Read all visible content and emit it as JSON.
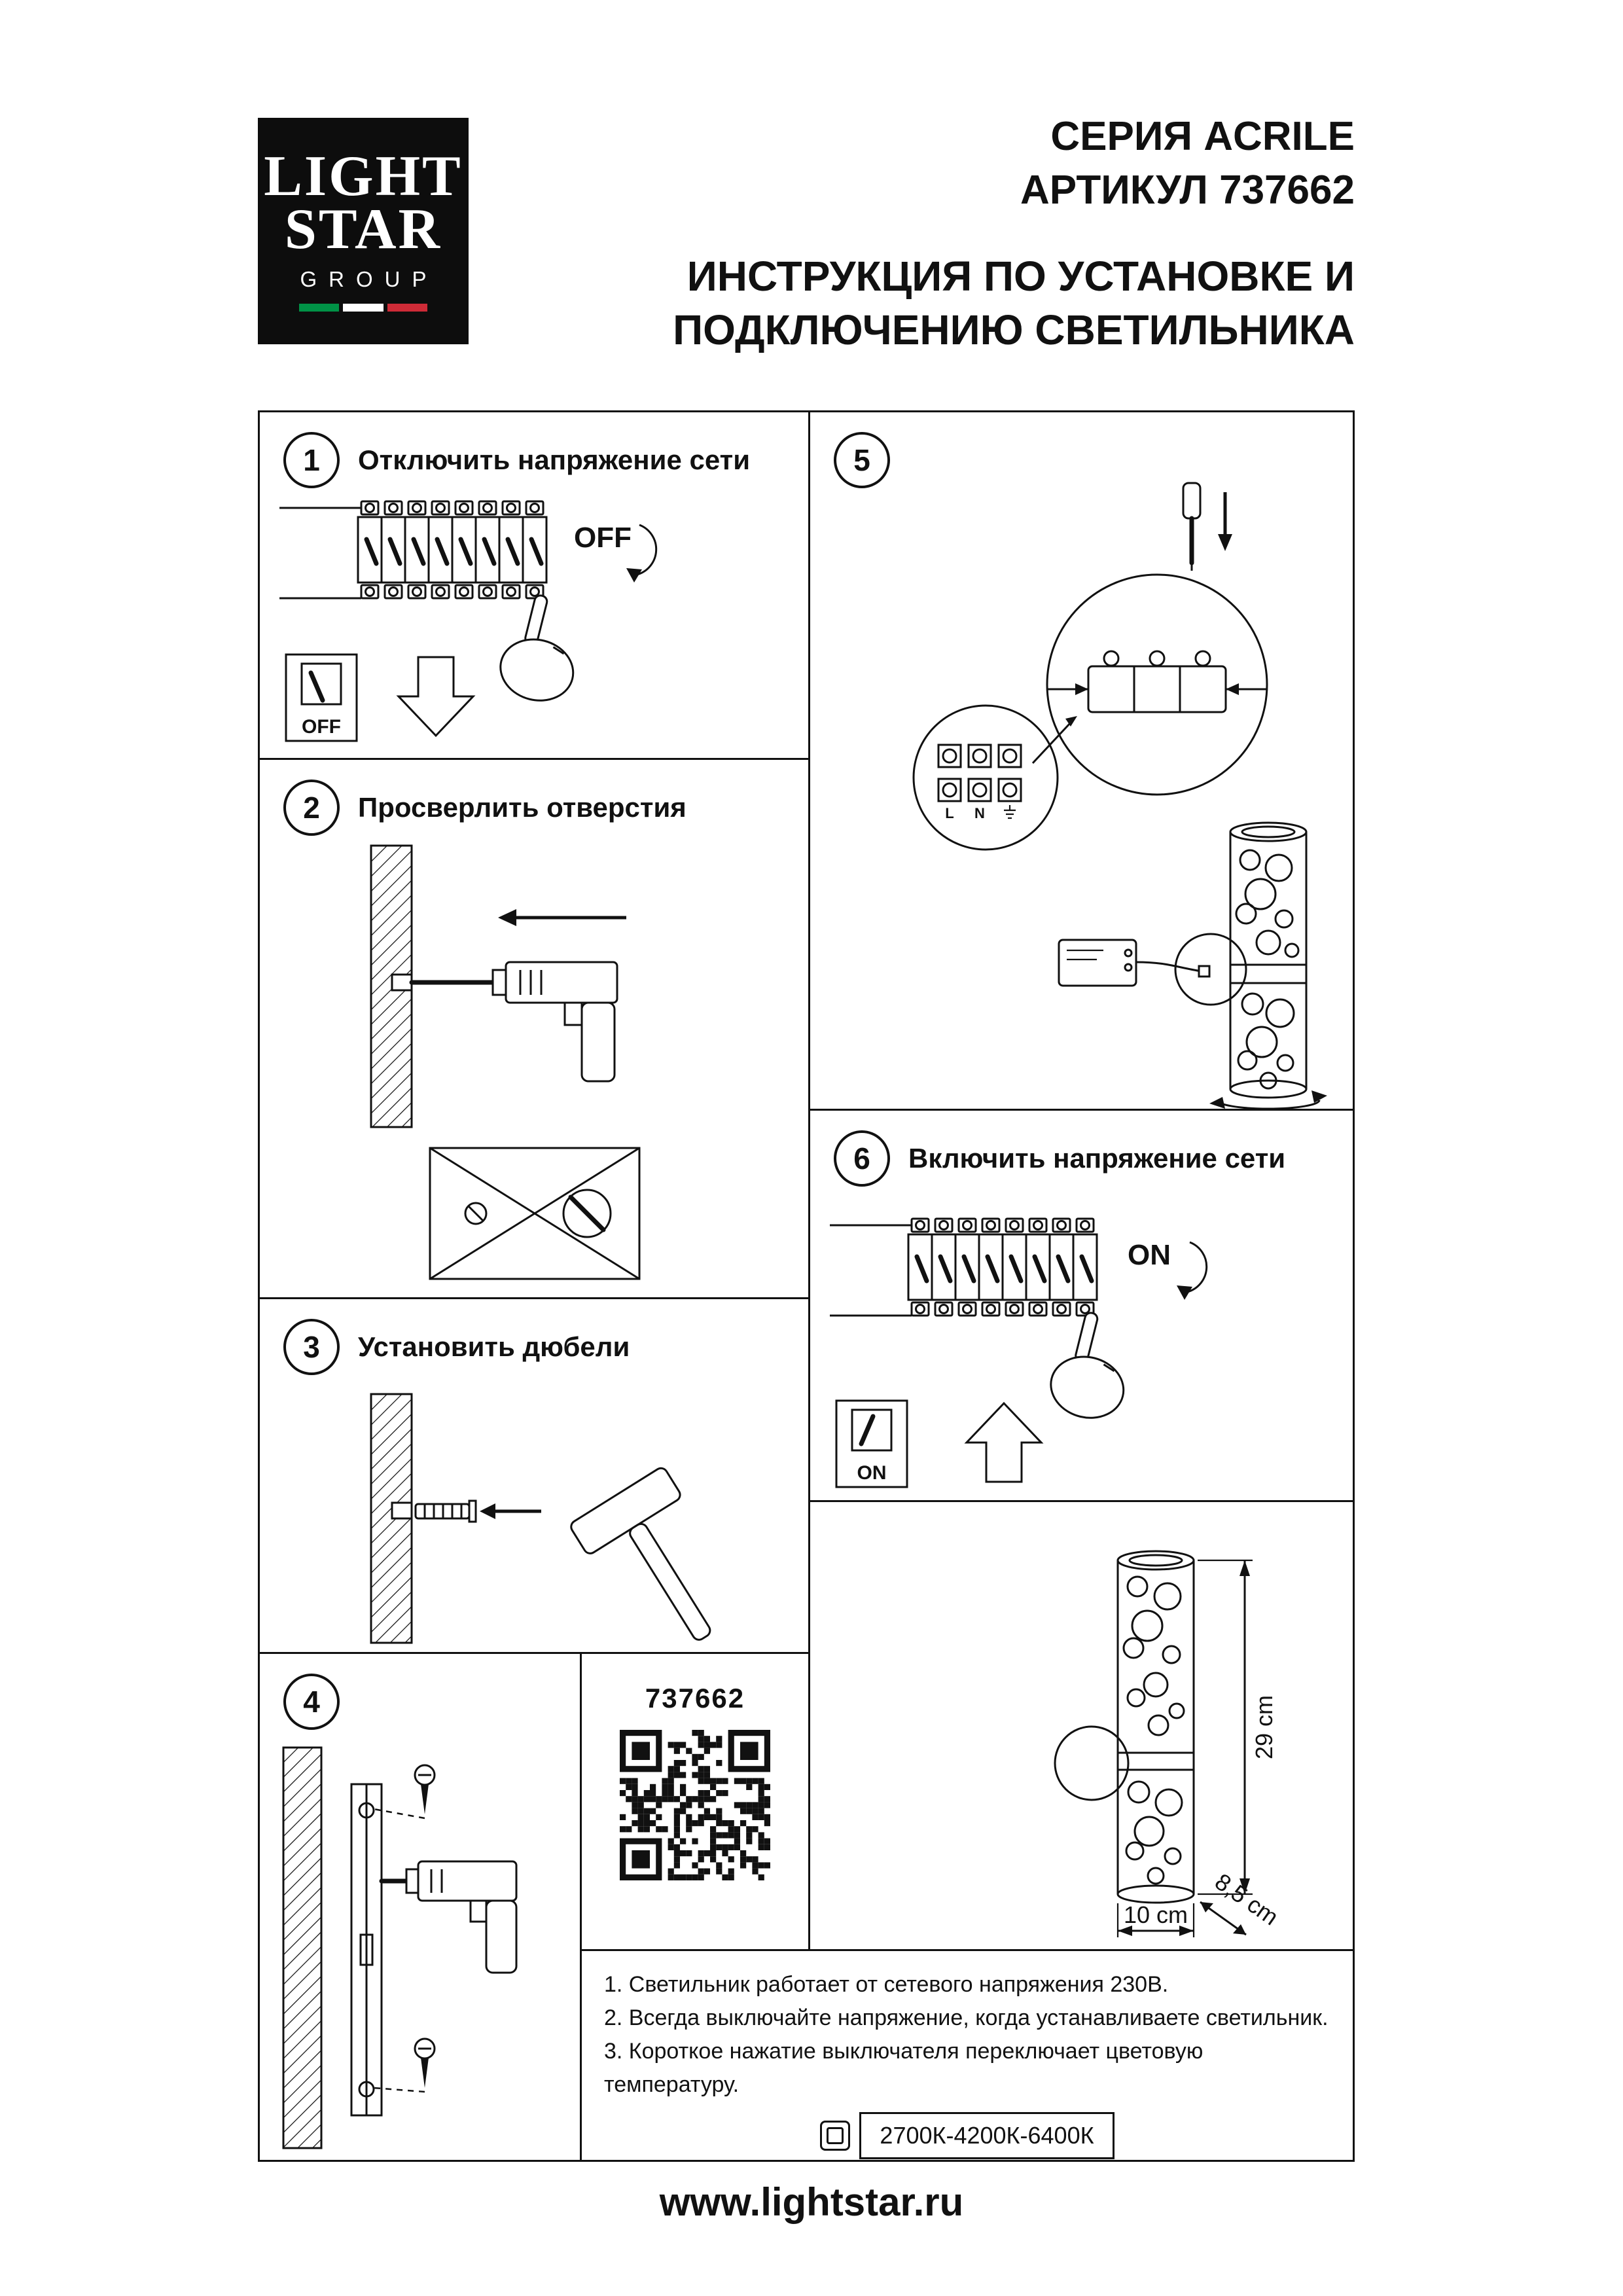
{
  "logo": {
    "line1": "LIGHT",
    "line2": "STAR",
    "line3": "GROUP"
  },
  "header": {
    "series": "СЕРИЯ ACRILE",
    "article": "АРТИКУЛ 737662",
    "title_line1": "ИНСТРУКЦИЯ ПО УСТАНОВКЕ И",
    "title_line2": "ПОДКЛЮЧЕНИЮ СВЕТИЛЬНИКА"
  },
  "steps": {
    "s1": {
      "number": "1",
      "label": "Отключить напряжение сети",
      "power_label": "OFF"
    },
    "s2": {
      "number": "2",
      "label": "Просверлить отверстия"
    },
    "s3": {
      "number": "3",
      "label": "Установить дюбели"
    },
    "s4": {
      "number": "4"
    },
    "s5": {
      "number": "5"
    },
    "s6": {
      "number": "6",
      "label": "Включить напряжение сети",
      "power_label": "ON"
    }
  },
  "wiring": {
    "l": "L",
    "n": "N"
  },
  "qr_panel": {
    "article": "737662"
  },
  "dimensions": {
    "height": "29 cm",
    "width": "10 cm",
    "depth": "8,5 cm"
  },
  "notes": {
    "line1": "1. Светильник работает от сетевого напряжения 230В.",
    "line2": "2. Всегда выключайте напряжение, когда устанавливаете светильник.",
    "line3": "3. Короткое нажатие выключателя переключает цветовую температуру.",
    "color_temp": "2700К-4200К-6400К"
  },
  "footer": {
    "url": "www.lightstar.ru"
  }
}
